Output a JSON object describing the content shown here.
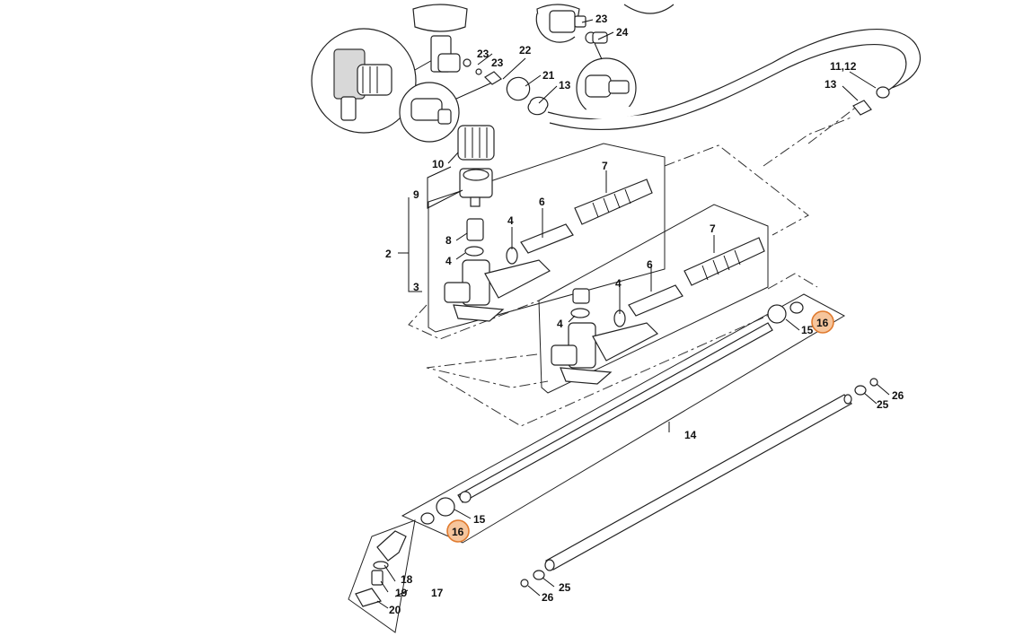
{
  "diagram": {
    "colors": {
      "line": "#111111",
      "highlight_fill": "#f6c59c",
      "highlight_stroke": "#e07a2e",
      "background": "#ffffff"
    },
    "labels": {
      "l_2": "2",
      "l_3": "3",
      "l_4a": "4",
      "l_4b": "4",
      "l_4c": "4",
      "l_4d": "4",
      "l_6a": "6",
      "l_6b": "6",
      "l_7a": "7",
      "l_7b": "7",
      "l_8": "8",
      "l_9": "9",
      "l_10": "10",
      "l_11_12": "11,12",
      "l_13a": "13",
      "l_13b": "13",
      "l_14": "14",
      "l_15a": "15",
      "l_15b": "15",
      "l_16a": "16",
      "l_16b": "16",
      "l_17": "17",
      "l_18": "18",
      "l_19": "19",
      "l_20": "20",
      "l_21": "21",
      "l_22": "22",
      "l_23a": "23",
      "l_23b": "23",
      "l_23c": "23",
      "l_24": "24",
      "l_25a": "25",
      "l_25b": "25",
      "l_26a": "26",
      "l_26b": "26"
    }
  }
}
